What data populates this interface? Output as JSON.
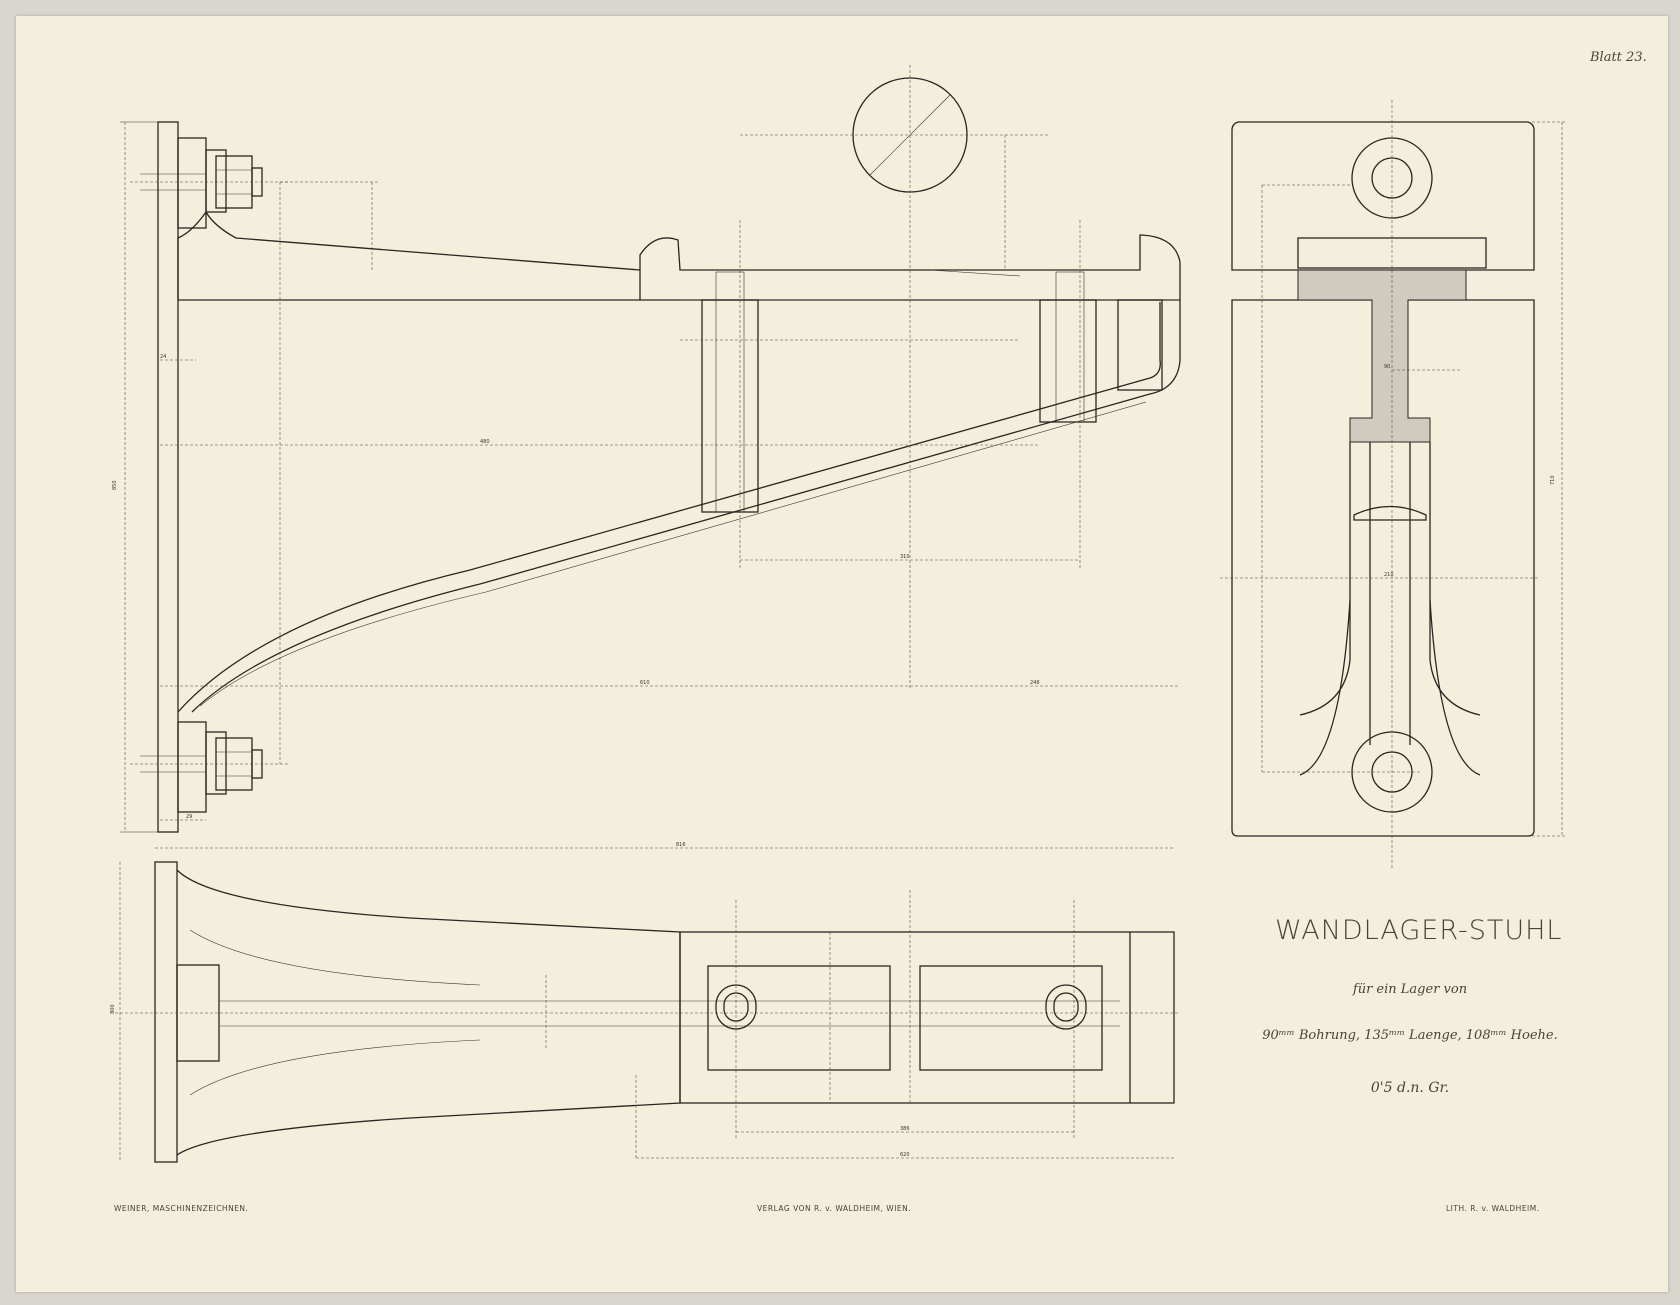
{
  "sheet": {
    "plate_label": "Blatt 23.",
    "title": "WANDLAGER-STUHL",
    "subtitle_line1": "für ein Lager von",
    "subtitle_line2": "90ᵐᵐ Bohrung, 135ᵐᵐ Laenge, 108ᵐᵐ Hoehe.",
    "scale": "0'5 d.n. Gr.",
    "footer_left": "WEINER, MASCHINENZEICHNEN.",
    "footer_center": "VERLAG VON R. v. WALDHEIM, WIEN.",
    "footer_right": "LITH. R. v. WALDHEIM."
  },
  "colors": {
    "paper": "#f4eedc",
    "ink": "#2a2620",
    "section_hatch": "#cfcbbe"
  }
}
